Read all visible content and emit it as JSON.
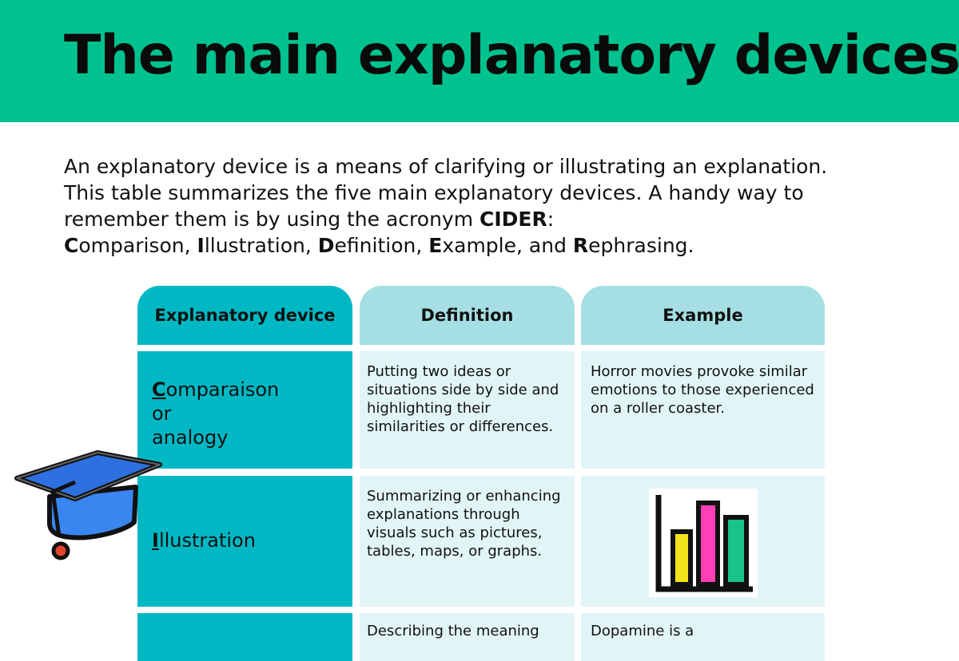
{
  "header": {
    "title": "The main explanatory devices"
  },
  "intro": {
    "line1": "An explanatory device is a means of clarifying or illustrating an explanation.",
    "line2": "This table summarizes the five main explanatory devices. A handy way to",
    "line3_text": "remember them is by using the acronym ",
    "acronym": "CIDER",
    "line3_end": ":",
    "terms": [
      {
        "initial": "C",
        "rest": "omparison",
        "sep": ", "
      },
      {
        "initial": "I",
        "rest": "llustration",
        "sep": ", "
      },
      {
        "initial": "D",
        "rest": "efinition",
        "sep": ", "
      },
      {
        "initial": "E",
        "rest": "xample",
        "sep": ", and "
      },
      {
        "initial": "R",
        "rest": "ephrasing",
        "sep": "."
      }
    ]
  },
  "table": {
    "headers": {
      "device": "Explanatory device",
      "definition": "Definition",
      "example": "Example"
    },
    "rows": [
      {
        "initial": "C",
        "name_rest": "omparaison",
        "name_line2": "or",
        "name_line3": "analogy",
        "definition": "Putting two ideas or situations side by side and highlighting their similarities or differences.",
        "example": "Horror movies provoke similar emotions to those experienced on a roller coaster."
      },
      {
        "initial": "I",
        "name_rest": "llustration",
        "definition": "Summarizing or enhancing explanations through visuals such as pictures, tables, maps, or graphs.",
        "example_icon": "bar-chart-icon"
      },
      {
        "definition": "Describing the meaning",
        "example": "Dopamine is a"
      }
    ]
  },
  "icons": {
    "graduation": "graduation-cap-icon",
    "chart": "bar-chart-icon"
  },
  "colors": {
    "header_bg": "#00c28e",
    "device_col": "#00b8c4",
    "header_light": "#a5dfe3",
    "cell_light": "#e1f5f6",
    "cap_blue": "#2f80f0",
    "bar_yellow": "#f2e41a",
    "bar_pink": "#ff3fb6",
    "bar_green": "#19c48a"
  }
}
